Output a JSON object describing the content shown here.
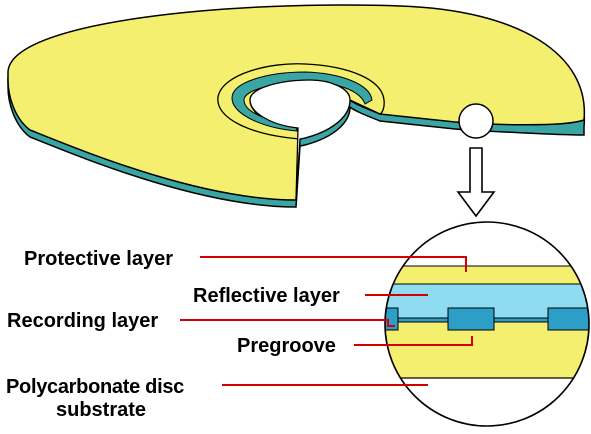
{
  "labels": {
    "protective": "Protective layer",
    "reflective": "Reflective layer",
    "recording": "Recording layer",
    "pregroove": "Pregroove",
    "substrate_line1": "Polycarbonate disc",
    "substrate_line2": "substrate"
  },
  "colors": {
    "disc_top": "#f4ef6e",
    "disc_edge": "#3aa6a4",
    "outline": "#000000",
    "protective": "#f4ef6e",
    "reflective": "#8fdcf2",
    "recording": "#2c9ec8",
    "substrate": "#f4ef6e",
    "leader_line": "#d40000",
    "background": "#ffffff"
  },
  "icons": {
    "arrow": "down-arrow-icon",
    "magnifier": "zoom-circle-icon"
  }
}
